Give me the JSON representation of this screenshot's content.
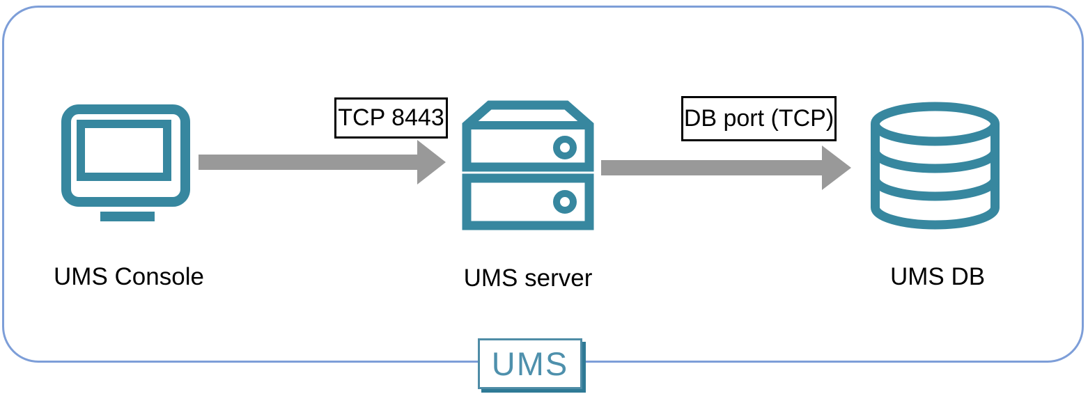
{
  "diagram": {
    "nodes": [
      {
        "id": "ums-console",
        "label": "UMS Console",
        "icon": "monitor-icon"
      },
      {
        "id": "ums-server",
        "label": "UMS server",
        "icon": "server-icon"
      },
      {
        "id": "ums-db",
        "label": "UMS DB",
        "icon": "database-icon"
      }
    ],
    "connections": [
      {
        "from": "ums-console",
        "to": "ums-server",
        "label": "TCP 8443",
        "direction": "right"
      },
      {
        "from": "ums-server",
        "to": "ums-db",
        "label": "DB port (TCP)",
        "direction": "right"
      }
    ],
    "badge": {
      "label": "UMS"
    },
    "colors": {
      "icon-teal": "#37879F",
      "arrow-gray": "#999999",
      "frame-blue": "#7D9ED8",
      "text-black": "#000000",
      "label-box-border": "#000000",
      "badge-border": "#4E8CA6",
      "badge-shadow": "#2F7A96",
      "badge-text": "#4E90AC"
    }
  }
}
